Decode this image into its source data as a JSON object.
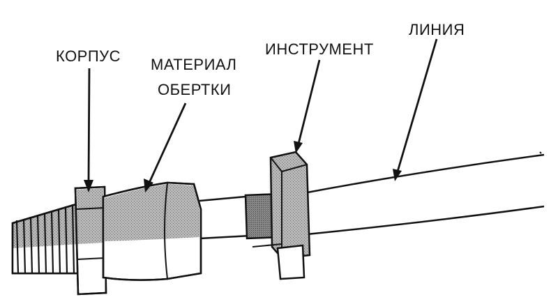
{
  "labels": {
    "housing": "КОРПУС",
    "wrap_material_line1": "МАТЕРИАЛ",
    "wrap_material_line2": "ОБЕРТКИ",
    "tool": "ИНСТРУМЕНТ",
    "line": "ЛИНИЯ"
  },
  "colors": {
    "ink": "#111111",
    "shade": "#a0a0a0",
    "paper": "#ffffff"
  }
}
